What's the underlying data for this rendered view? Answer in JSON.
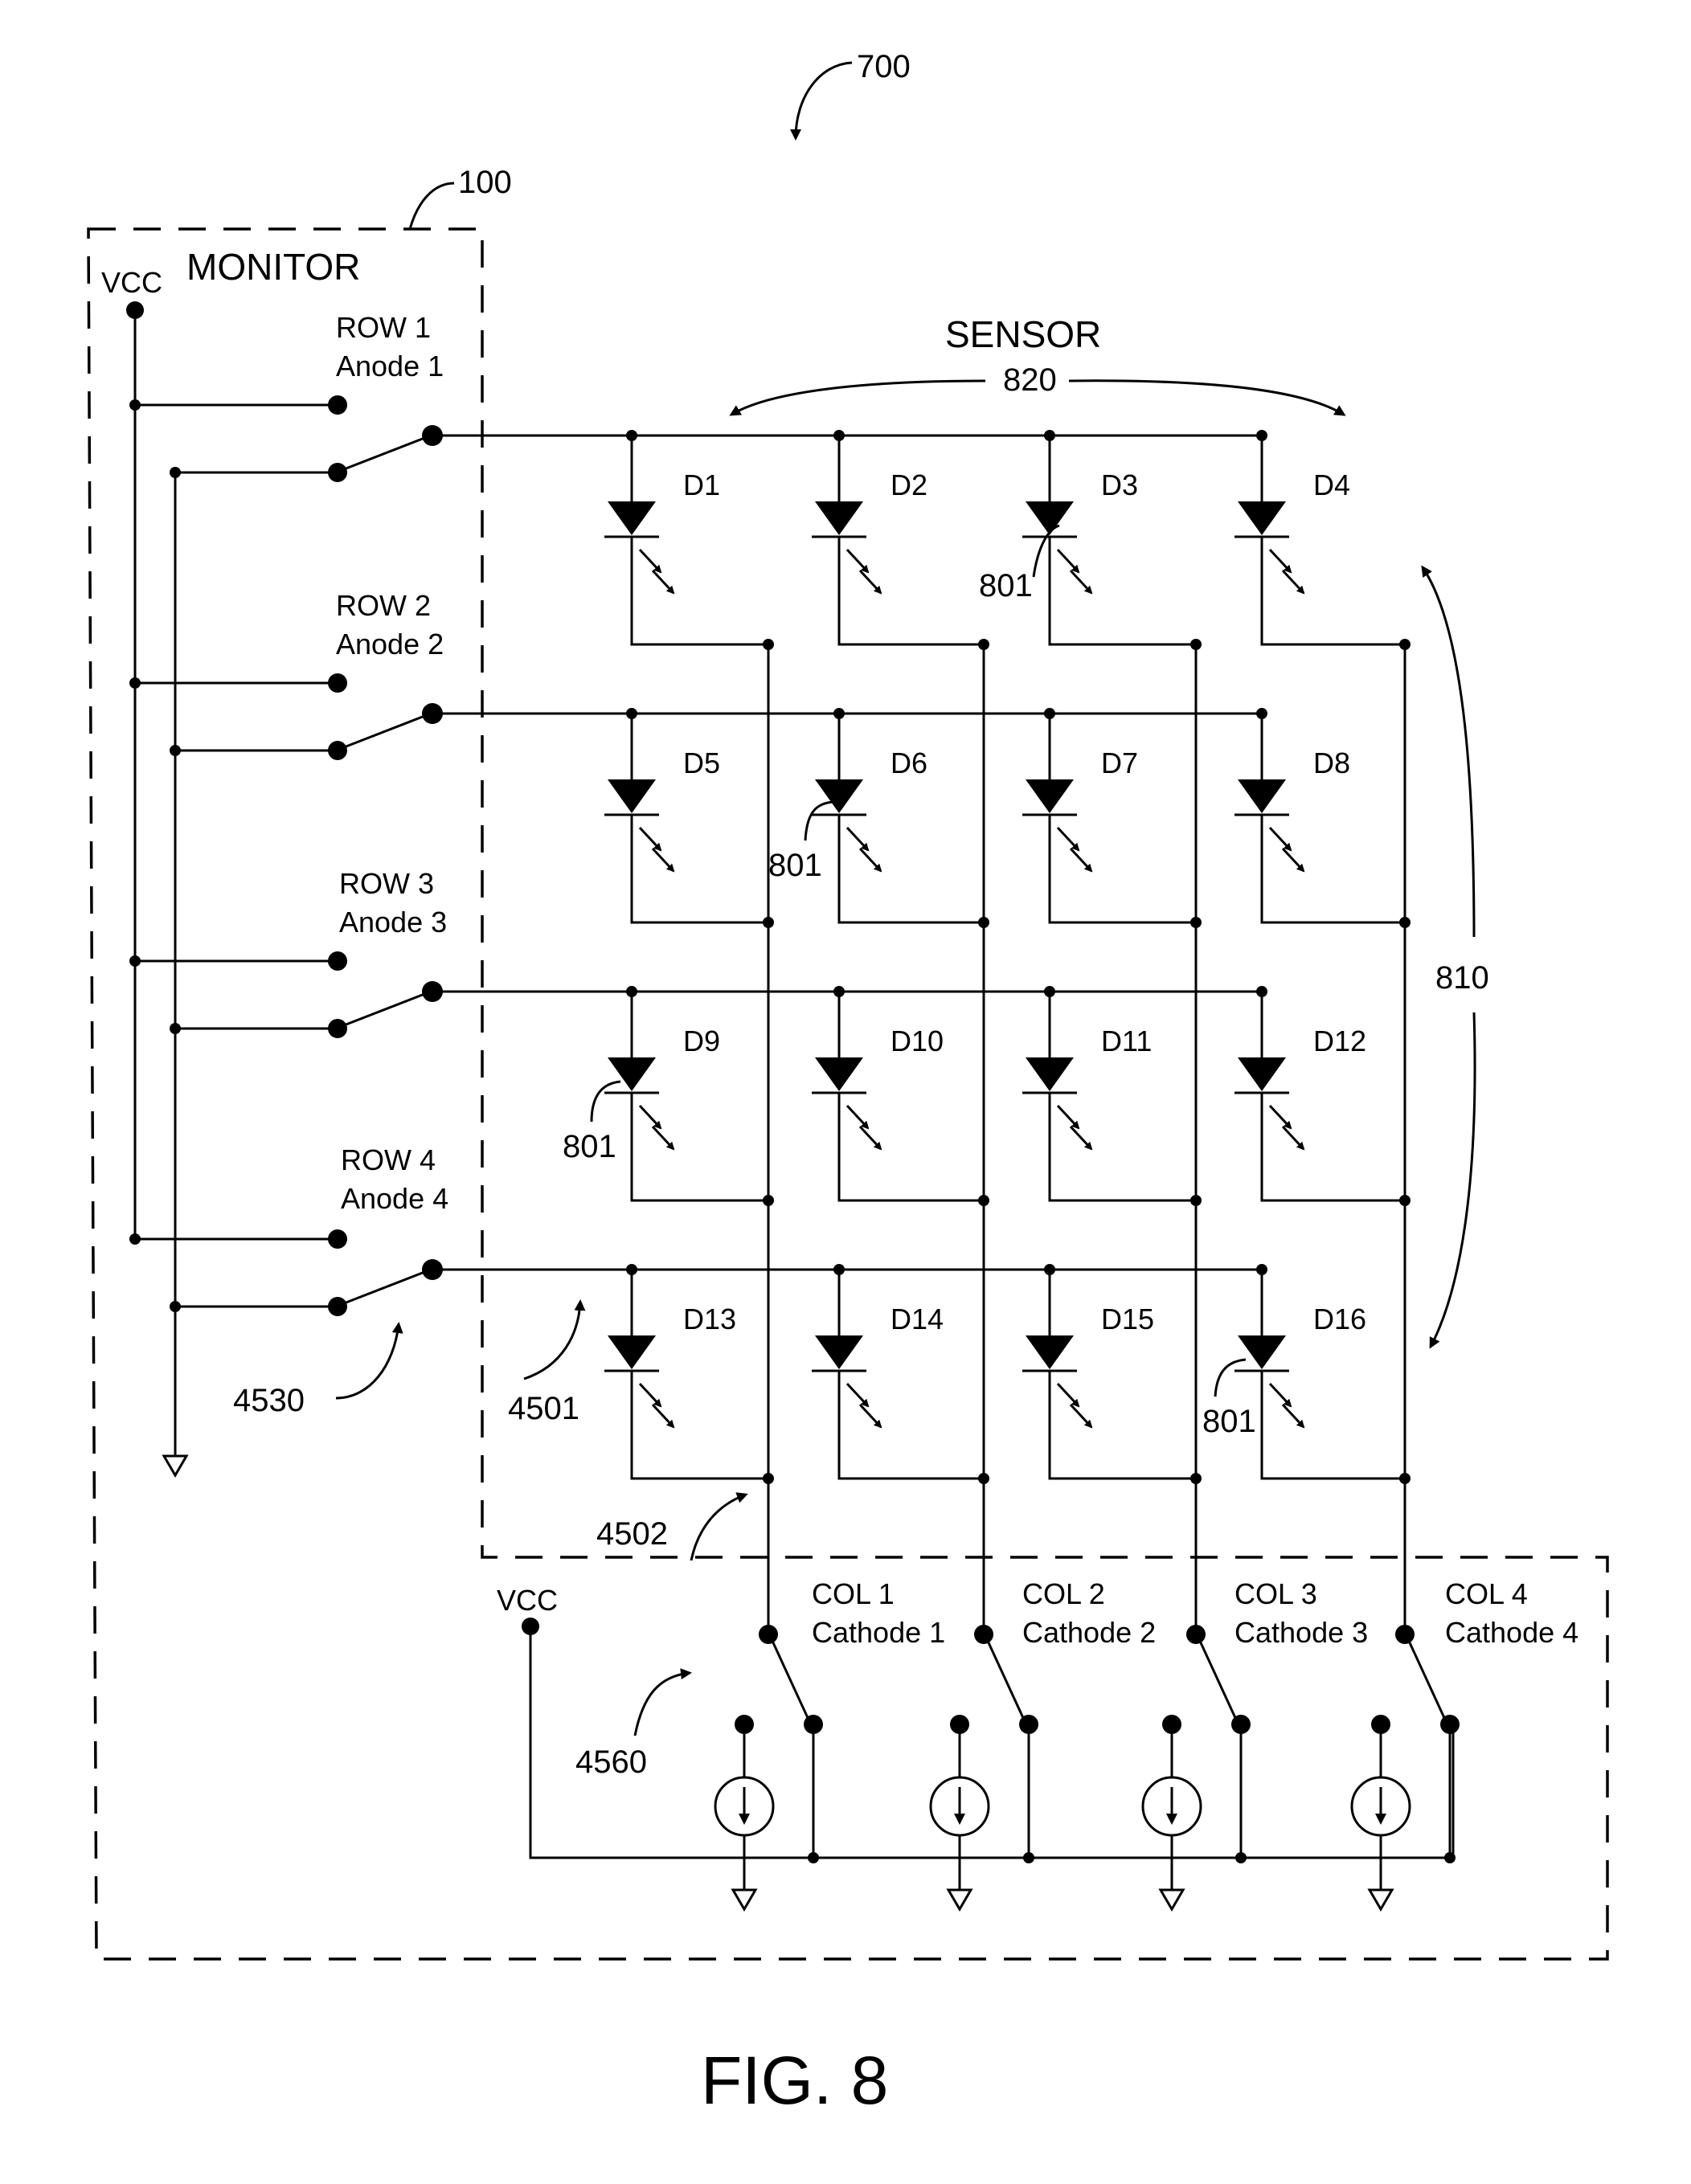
{
  "figure": {
    "number_ref": "700",
    "caption": "FIG. 8"
  },
  "monitor": {
    "ref": "100",
    "title": "MONITOR",
    "vcc": "VCC",
    "rows": [
      {
        "row": "ROW 1",
        "anode": "Anode 1"
      },
      {
        "row": "ROW 2",
        "anode": "Anode 2"
      },
      {
        "row": "ROW 3",
        "anode": "Anode 3"
      },
      {
        "row": "ROW 4",
        "anode": "Anode 4"
      }
    ],
    "row_switch_ref": "4530"
  },
  "sensor": {
    "title": "SENSOR",
    "ref_horizontal": "820",
    "ref_vertical": "810",
    "diode_labels": [
      "D1",
      "D2",
      "D3",
      "D4",
      "D5",
      "D6",
      "D7",
      "D8",
      "D9",
      "D10",
      "D11",
      "D12",
      "D13",
      "D14",
      "D15",
      "D16"
    ],
    "diode_ref": "801",
    "anode_line_ref": "4501",
    "cathode_line_ref": "4502"
  },
  "column_driver": {
    "vcc": "VCC",
    "cols": [
      {
        "col": "COL 1",
        "cathode": "Cathode 1"
      },
      {
        "col": "COL 2",
        "cathode": "Cathode 2"
      },
      {
        "col": "COL 3",
        "cathode": "Cathode 3"
      },
      {
        "col": "COL 4",
        "cathode": "Cathode 4"
      }
    ],
    "switch_ref": "4560"
  }
}
